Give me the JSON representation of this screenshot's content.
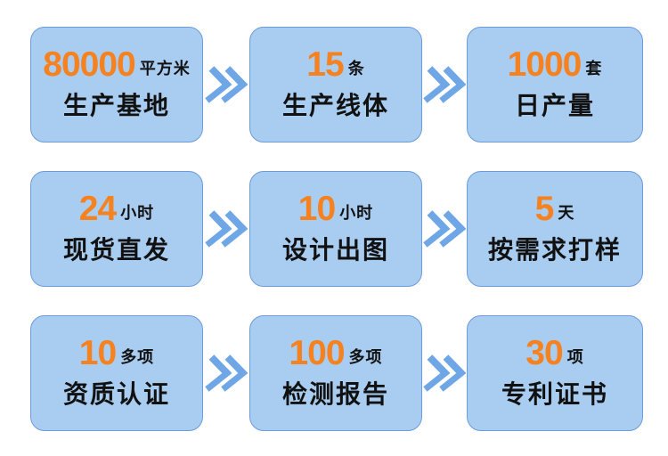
{
  "page": {
    "background": "#ffffff"
  },
  "colors": {
    "card_fill": "#a9cdf1",
    "card_border": "#6b9bd8",
    "number_orange": "#f5811f",
    "text_black": "#111111",
    "chevron_blue": "#6fa6e6"
  },
  "icons": {
    "arrow": "double-chevron-right"
  },
  "cards": [
    {
      "number": "80000",
      "unit": "平方米",
      "label": "生产基地"
    },
    {
      "number": "15",
      "unit": "条",
      "label": "生产线体"
    },
    {
      "number": "1000",
      "unit": "套",
      "label": "日产量"
    },
    {
      "number": "24",
      "unit": "小时",
      "label": "现货直发"
    },
    {
      "number": "10",
      "unit": "小时",
      "label": "设计出图"
    },
    {
      "number": "5",
      "unit": "天",
      "label": "按需求打样"
    },
    {
      "number": "10",
      "unit": "多项",
      "label": "资质认证"
    },
    {
      "number": "100",
      "unit": "多项",
      "label": "检测报告"
    },
    {
      "number": "30",
      "unit": "项",
      "label": "专利证书"
    }
  ]
}
